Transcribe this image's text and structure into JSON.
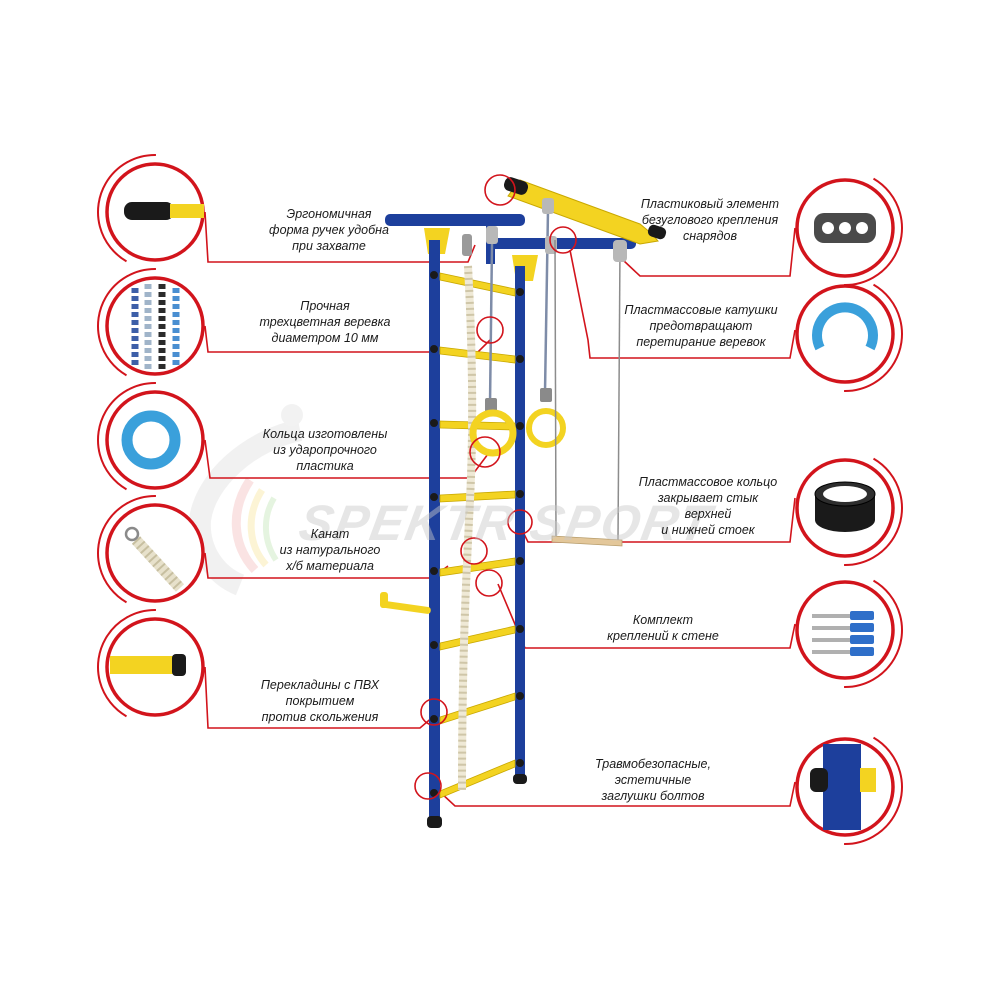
{
  "watermark": "SPEKTR SPORT",
  "colors": {
    "accent_red": "#d2141c",
    "frame_blue": "#1d3f9c",
    "rung_yellow": "#f3d321",
    "rope_white": "#efe9d6"
  },
  "callouts": [
    {
      "id": "grip",
      "side": "left",
      "lines": [
        "Эргономичная",
        "форма ручек удобна",
        "при захвате"
      ],
      "detail_icon": "grip-handle-icon"
    },
    {
      "id": "rope3",
      "side": "left",
      "lines": [
        "Прочная",
        "трехцветная веревка",
        "диаметром 10 мм"
      ],
      "detail_icon": "braided-rope-icon"
    },
    {
      "id": "rings",
      "side": "left",
      "lines": [
        "Кольца изготовлены",
        "из ударопрочного",
        "пластика"
      ],
      "detail_icon": "plastic-ring-icon"
    },
    {
      "id": "cotton",
      "side": "left",
      "lines": [
        "Канат",
        "из натурального",
        "х/б материала"
      ],
      "detail_icon": "cotton-rope-icon"
    },
    {
      "id": "pvc",
      "side": "left",
      "lines": [
        "Перекладины с ПВХ",
        "покрытием",
        "против скольжения"
      ],
      "detail_icon": "pvc-rung-icon"
    },
    {
      "id": "plate",
      "side": "right",
      "lines": [
        "Пластиковый элемент",
        "безуглового крепления",
        "снарядов"
      ],
      "detail_icon": "mount-plate-icon"
    },
    {
      "id": "reels",
      "side": "right",
      "lines": [
        "Пластмассовые катушки",
        "предотвращают",
        "перетирание веревок"
      ],
      "detail_icon": "reel-icon"
    },
    {
      "id": "joint",
      "side": "right",
      "lines": [
        "Пластмассовое кольцо",
        "закрывает стык",
        "верхней",
        "и нижней стоек"
      ],
      "detail_icon": "joint-ring-icon"
    },
    {
      "id": "anchors",
      "side": "right",
      "lines": [
        "Комплект",
        "креплений к стене"
      ],
      "detail_icon": "wall-anchors-icon"
    },
    {
      "id": "caps",
      "side": "right",
      "lines": [
        "Травмобезопасные,",
        "эстетичные",
        "заглушки болтов"
      ],
      "detail_icon": "bolt-cap-icon"
    }
  ]
}
